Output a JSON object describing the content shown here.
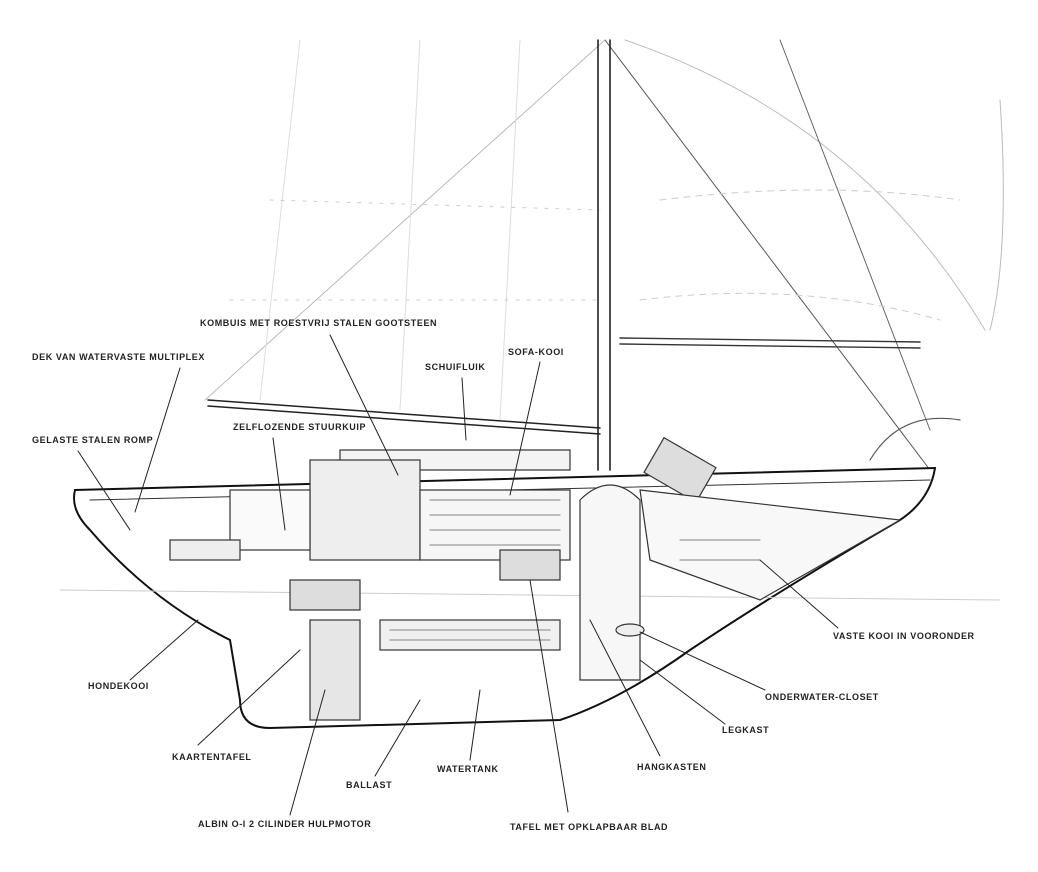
{
  "title": "Cutaway drawing of sailing yacht interior",
  "labels": {
    "galley": "KOMBUIS MET ROESTVRIJ STALEN GOOTSTEEN",
    "deck": "DEK VAN WATERVASTE MULTIPLEX",
    "hatch": "SCHUIFLUIK",
    "sofa_berth": "SOFA-KOOI",
    "hull": "GELASTE STALEN ROMP",
    "cockpit": "ZELFLOZENDE STUURKUIP",
    "quarter_berth": "HONDEKOOI",
    "chart_table": "KAARTENTAFEL",
    "ballast": "BALLAST",
    "watertank": "WATERTANK",
    "engine": "ALBIN O-I 2 CILINDER HULPMOTOR",
    "table": "TAFEL MET OPKLAPBAAR BLAD",
    "hanging_lockers": "HANGKASTEN",
    "locker": "LEGKAST",
    "toilet": "ONDERWATER-CLOSET",
    "forepeak_berth": "VASTE KOOI IN VOORONDER"
  }
}
